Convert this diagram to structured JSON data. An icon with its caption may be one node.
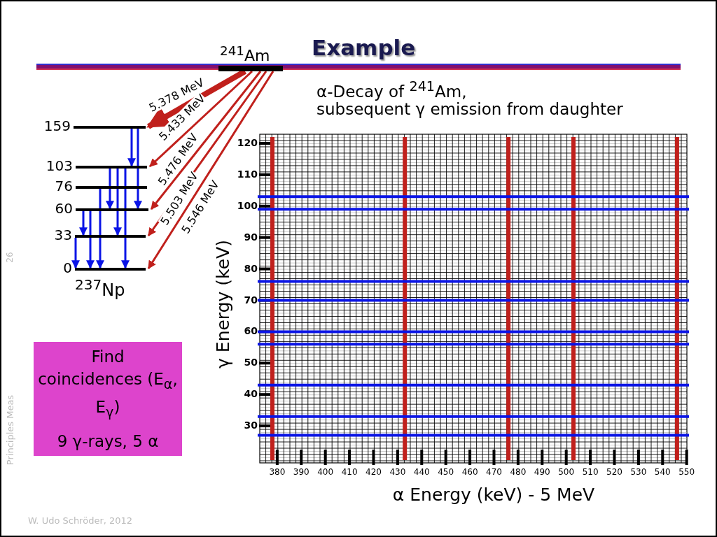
{
  "diagram": {
    "title": "Example",
    "nodes": [
      {
        "text": [
          "$^{241}$Am"
        ]
      },
      {
        "text": [
          "159"
        ]
      },
      {
        "text": [
          "103"
        ]
      },
      {
        "text": [
          "76"
        ]
      },
      {
        "text": [
          "60"
        ]
      },
      {
        "text": [
          "33"
        ]
      },
      {
        "text": [
          "0"
        ],
        "beside": [
          "$^{237}$Np"
        ]
      },
      {
        "text": [
          "Find coincidences (E$_{α}$, E$_{γ}$)",
          "9 γ-rays, 5 α"
        ]
      }
    ],
    "edges": [
      {
        "from": 0,
        "to": 1,
        "arrow": "to",
        "label": "5.378 MeV",
        "style": "thick",
        "color": "#c0201c"
      },
      {
        "from": 0,
        "to": 2,
        "arrow": "to",
        "label": "5.433 MeV",
        "color": "#c0201c"
      },
      {
        "from": 0,
        "to": 4,
        "arrow": "to",
        "label": "5.476 MeV",
        "color": "#c0201c"
      },
      {
        "from": 0,
        "to": 5,
        "arrow": "to",
        "label": "5.503 MeV",
        "color": "#c0201c"
      },
      {
        "from": 0,
        "to": 6,
        "arrow": "to",
        "label": "5.546 MeV",
        "color": "#c0201c"
      },
      {
        "from": 1,
        "to": 2,
        "arrow": "to"
      },
      {
        "from": 1,
        "to": 4,
        "arrow": "to"
      },
      {
        "from": 2,
        "to": 4,
        "arrow": "to"
      },
      {
        "from": 2,
        "to": 5,
        "arrow": "to"
      },
      {
        "from": 2,
        "to": 6,
        "arrow": "to"
      },
      {
        "from": 3,
        "to": 6,
        "arrow": "to"
      },
      {
        "from": 4,
        "to": 5,
        "arrow": "to"
      },
      {
        "from": 4,
        "to": 6,
        "arrow": "to"
      },
      {
        "from": 5,
        "to": 6,
        "arrow": "to"
      }
    ],
    "labels": [
      "α-Decay of $^{241}$Am,",
      "subsequent γ emission from daughter",
      "120",
      "110",
      "100",
      "90",
      "80",
      "70",
      "60",
      "50",
      "40",
      "30",
      "380",
      "390",
      "400",
      "410",
      "420",
      "430",
      "440",
      "450",
      "460",
      "470",
      "480",
      "490",
      "500",
      "510",
      "520",
      "530",
      "540",
      "550",
      "γ Energy (keV)",
      "α Energy (keV) - 5 MeV",
      "26",
      "Principles Meas",
      "W. Udo Schröder, 2012"
    ]
  }
}
